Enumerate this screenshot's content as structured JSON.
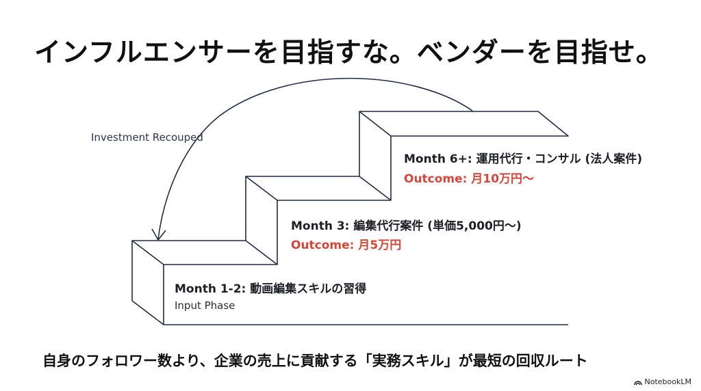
{
  "title": "インフルエンサーを目指すな。ベンダーを目指せ。",
  "arrow_label": "Investment Recouped",
  "steps": [
    {
      "label": "Month 1-2: 動画編集スキルの習得",
      "sub": "Input Phase"
    },
    {
      "label": "Month 3: 編集代行案件 (単価5,000円〜)",
      "outcome": "Outcome: 月5万円"
    },
    {
      "label": "Month 6+: 運用代行・コンサル (法人案件)",
      "outcome": "Outcome: 月10万円〜"
    }
  ],
  "footer": "自身のフォロワー数より、企業の売上に貢献する「実務スキル」が最短の回収ルート",
  "brand": "NotebookLM",
  "colors": {
    "line": "#1f2a44",
    "accent": "#d6473a"
  }
}
